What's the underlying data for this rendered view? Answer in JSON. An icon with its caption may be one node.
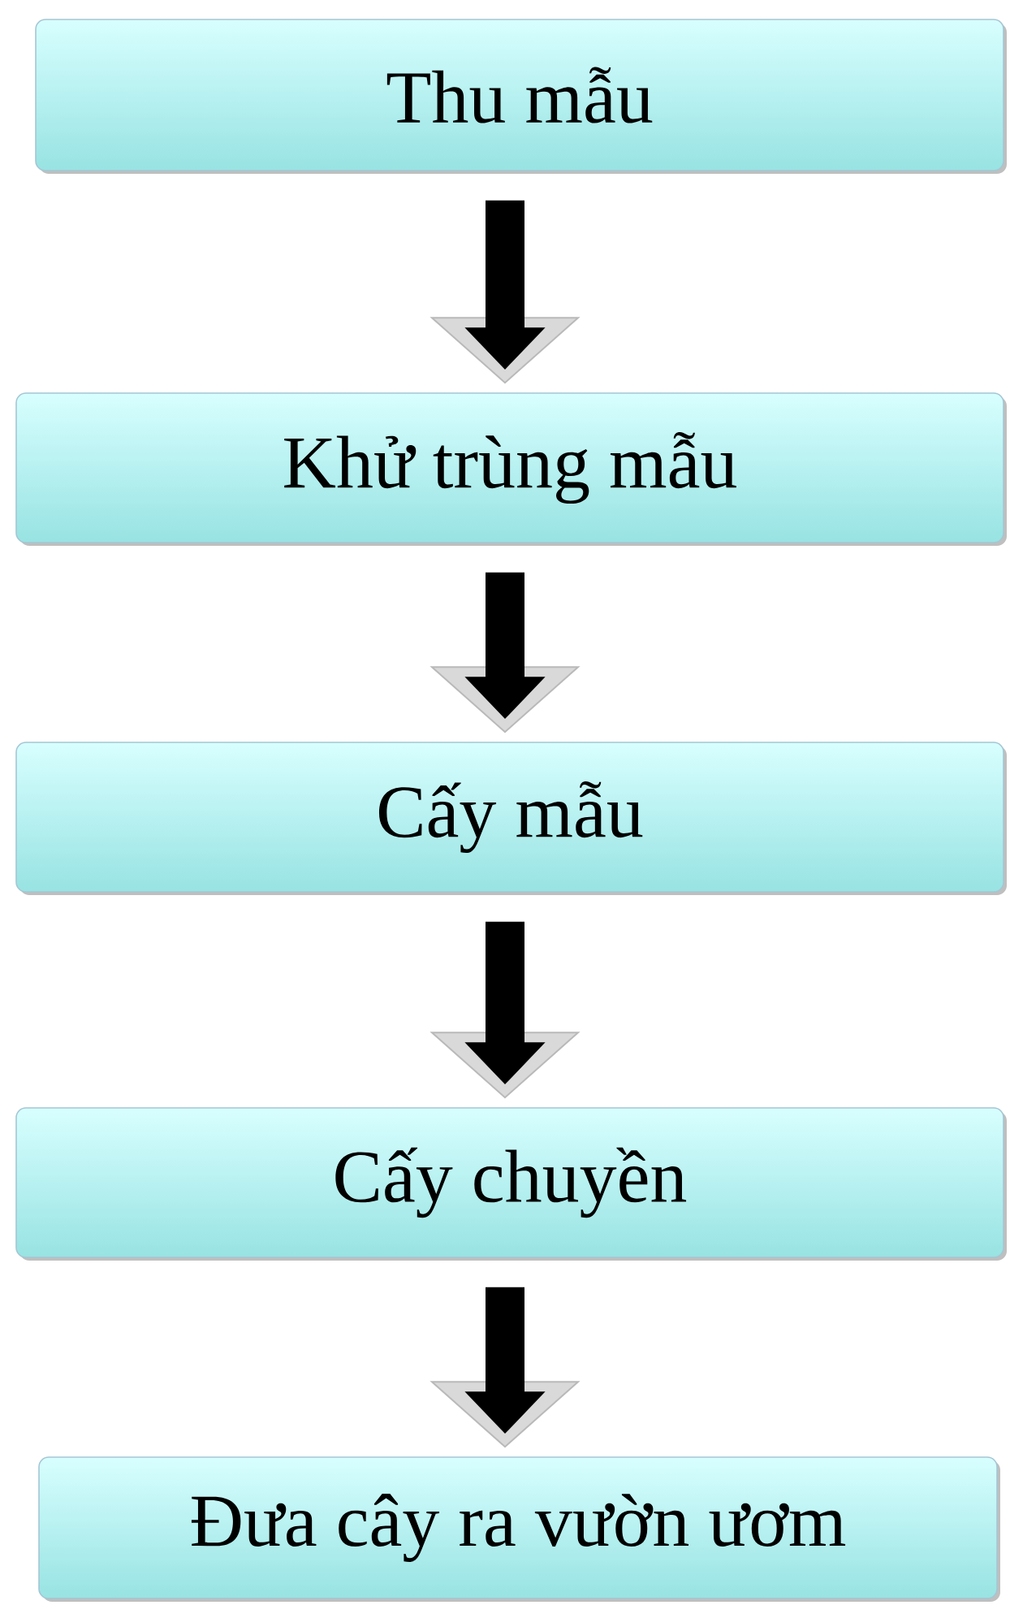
{
  "diagram": {
    "nodes": [
      {
        "text": [
          "Thu mẫu"
        ]
      },
      {
        "text": [
          "Khử trùng mẫu"
        ]
      },
      {
        "text": [
          "Cấy mẫu"
        ]
      },
      {
        "text": [
          "Cấy chuyền"
        ]
      },
      {
        "text": [
          "Đưa cây ra vườn ươm"
        ]
      }
    ],
    "edges": [
      {
        "from": 0,
        "to": 1,
        "arrow": "to"
      },
      {
        "from": 1,
        "to": 2,
        "arrow": "to"
      },
      {
        "from": 2,
        "to": 3,
        "arrow": "to"
      },
      {
        "from": 3,
        "to": 4,
        "arrow": "to"
      }
    ]
  }
}
